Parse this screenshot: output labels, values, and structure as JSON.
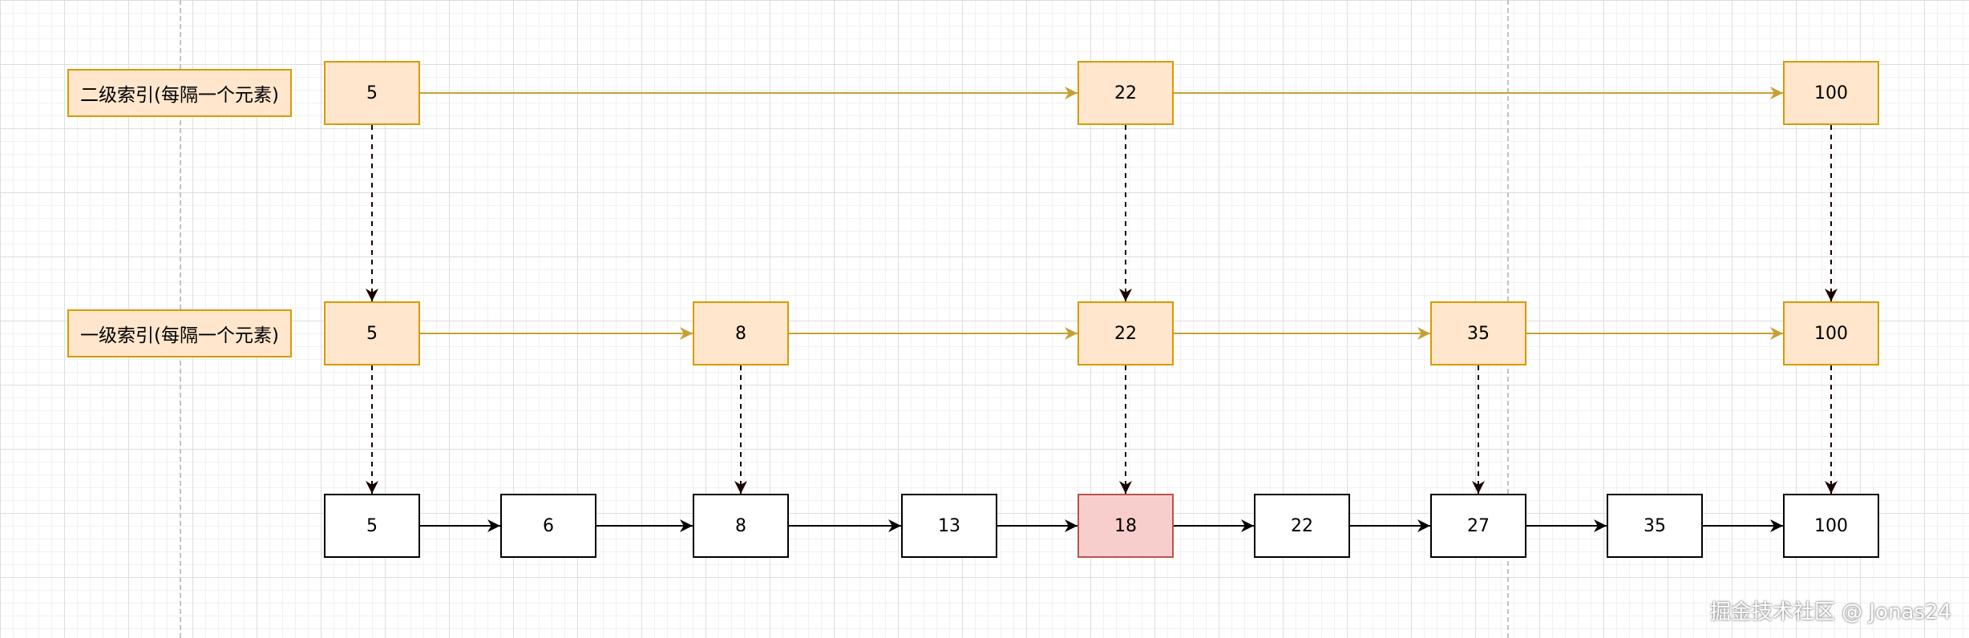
{
  "levels": {
    "level2": {
      "label": "二级索引(每隔一个元素)",
      "nodes": [
        "5",
        "22",
        "100"
      ]
    },
    "level1": {
      "label": "一级索引(每隔一个元素)",
      "nodes": [
        "5",
        "8",
        "22",
        "35",
        "100"
      ]
    },
    "base": {
      "nodes": [
        "5",
        "6",
        "8",
        "13",
        "18",
        "22",
        "27",
        "35",
        "100"
      ],
      "highlighted": "18"
    }
  },
  "colors": {
    "index_fill": "#ffe6cc",
    "index_border": "#d79b00",
    "index_arrow": "#c7a035",
    "highlight_fill": "#f8cecc",
    "highlight_border": "#b85450",
    "down_arrow": "#1a0000"
  },
  "watermark": "掘金技术社区 @ Jonas24"
}
